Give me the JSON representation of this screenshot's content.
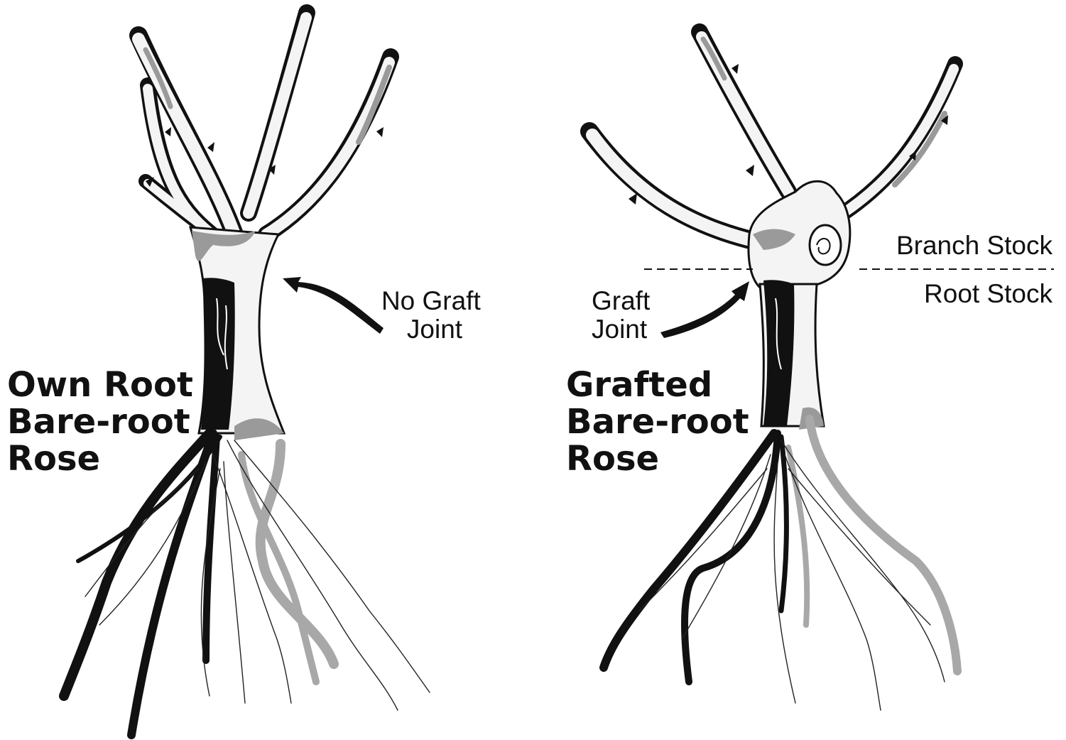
{
  "left_rose": {
    "title_lines": [
      "Own Root",
      "Bare-root",
      "Rose"
    ],
    "callout_lines": [
      "No Graft",
      "Joint"
    ]
  },
  "right_rose": {
    "title_lines": [
      "Grafted",
      "Bare-root",
      "Rose"
    ],
    "callout_lines": [
      "Graft",
      "Joint"
    ],
    "upper_label": "Branch Stock",
    "lower_label": "Root Stock"
  },
  "colors": {
    "ink": "#111111",
    "shading": "#9a9a9a",
    "gray_root": "#a8a8a8",
    "background": "#ffffff"
  }
}
